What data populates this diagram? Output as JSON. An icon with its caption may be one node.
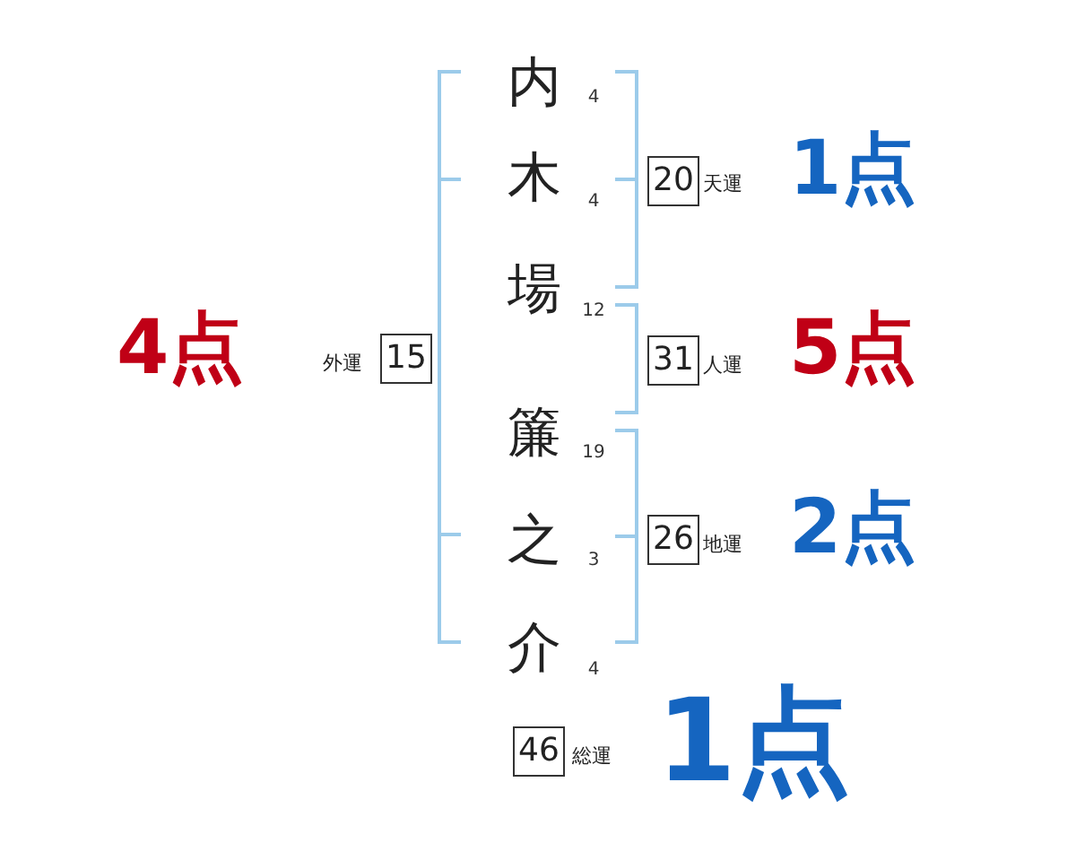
{
  "diagram": {
    "nodes": [
      {
        "text": [
          "20"
        ],
        "beside": [
          "天運",
          "1点"
        ]
      },
      {
        "text": [
          "15"
        ],
        "beside": [
          "外運",
          "4点"
        ]
      },
      {
        "text": [
          "31"
        ],
        "beside": [
          "人運",
          "5点"
        ]
      },
      {
        "text": [
          "26"
        ],
        "beside": [
          "地運",
          "2点"
        ]
      },
      {
        "text": [
          "46"
        ],
        "beside": [
          "総運",
          "1点"
        ]
      }
    ],
    "labels": [
      "内",
      "4",
      "木",
      "4",
      "場",
      "12",
      "簾",
      "19",
      "之",
      "3",
      "介",
      "4"
    ]
  }
}
